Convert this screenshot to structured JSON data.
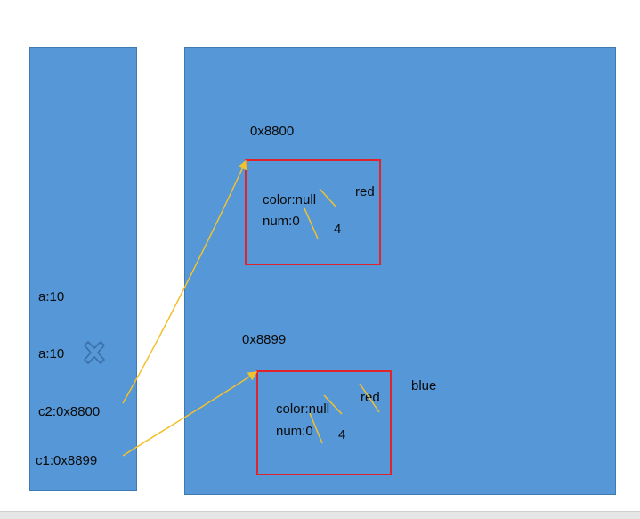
{
  "stack": {
    "vars": [
      {
        "label": "a:10"
      },
      {
        "label": "a:10",
        "marker": "cross-icon"
      },
      {
        "label": "c2:0x8800"
      },
      {
        "label": "c1:0x8899"
      }
    ]
  },
  "heap": {
    "objects": [
      {
        "address": "0x8800",
        "fields": {
          "color": "color:null",
          "num": "num:0"
        },
        "new_values": {
          "color": "red",
          "num": "4"
        }
      },
      {
        "address": "0x8899",
        "fields": {
          "color": "color:null",
          "num": "num:0"
        },
        "new_values": {
          "color": "red",
          "num": "4"
        },
        "extra_value": "blue"
      }
    ]
  },
  "colors": {
    "panel": "#5597d7",
    "box_border": "#e0242a",
    "arrow": "#f2c12e",
    "strike": "#f2c12e"
  }
}
